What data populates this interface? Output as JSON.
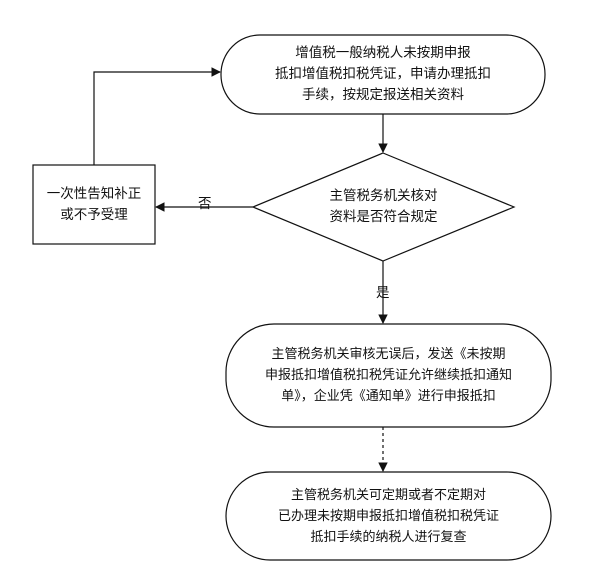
{
  "nodes": {
    "start": {
      "lines": [
        "增值税一般纳税人未按期申报",
        "抵扣增值税扣税凭证，申请办理抵扣",
        "手续，按规定报送相关资料"
      ]
    },
    "decision": {
      "lines": [
        "主管税务机关核对",
        "资料是否符合规定"
      ]
    },
    "reject": {
      "lines": [
        "一次性告知补正",
        "或不予受理"
      ]
    },
    "approve": {
      "lines": [
        "主管税务机关审核无误后，发送《未按期",
        "申报抵扣增值税扣税凭证允许继续抵扣通知",
        "单》，企业凭《通知单》进行申报抵扣"
      ]
    },
    "recheck": {
      "lines": [
        "主管税务机关可定期或者不定期对",
        "已办理未按期申报抵扣增值税扣税凭证",
        "抵扣手续的纳税人进行复查"
      ]
    }
  },
  "edges": {
    "no_label": "否",
    "yes_label": "是"
  }
}
